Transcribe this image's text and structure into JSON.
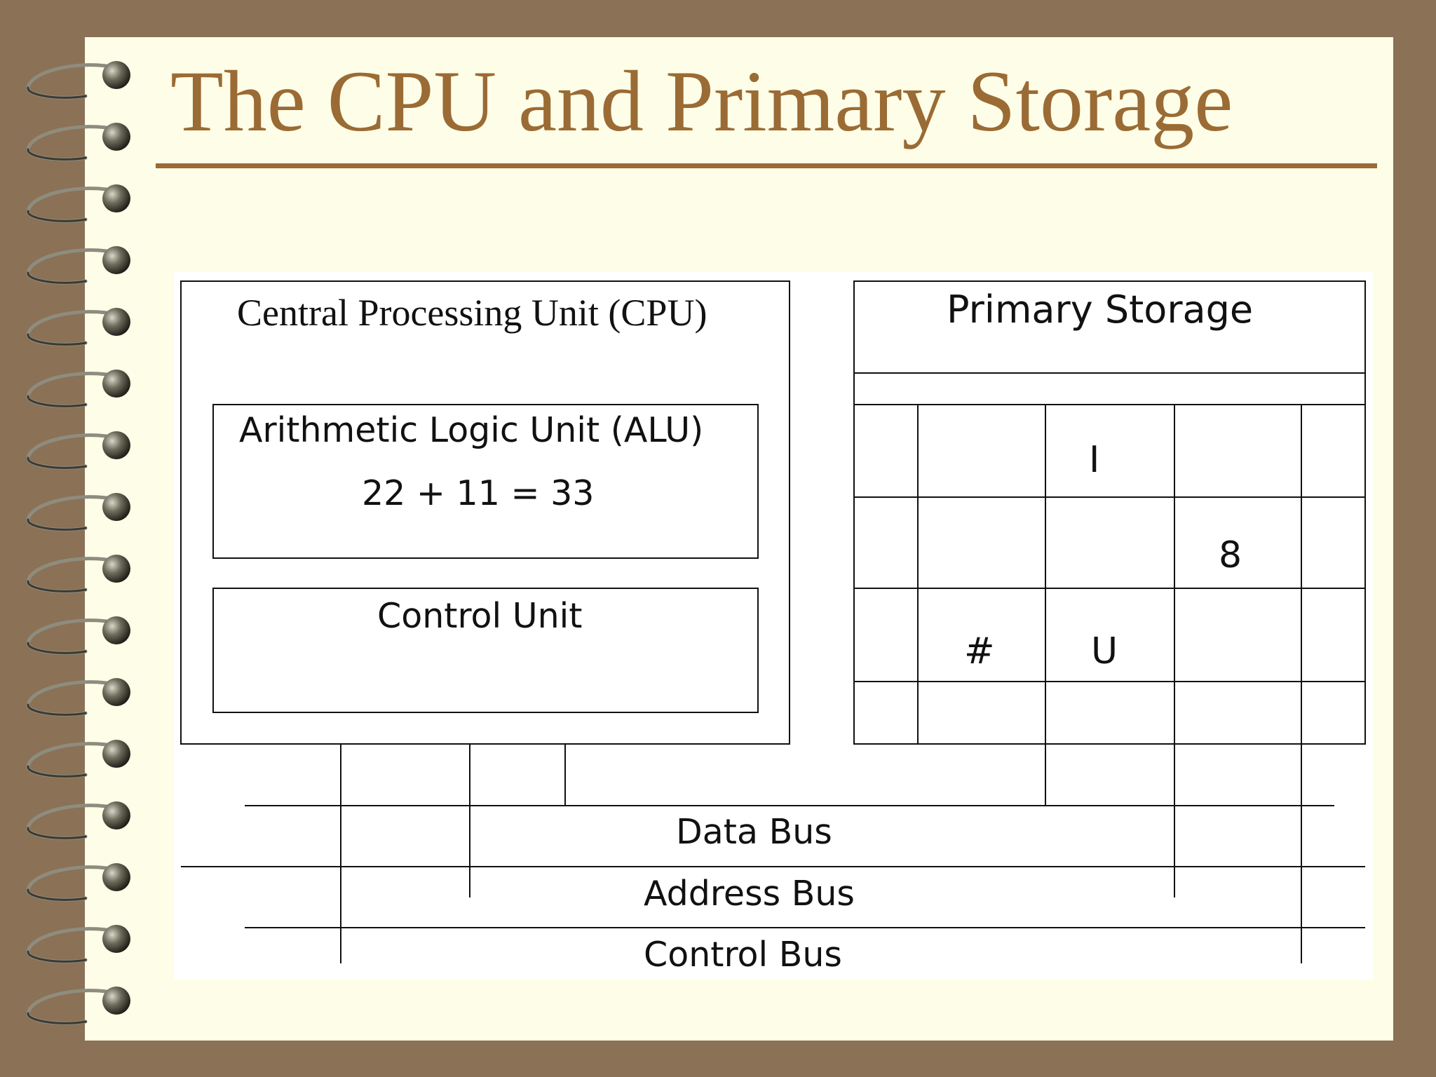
{
  "slide": {
    "title": "The CPU and Primary Storage",
    "colors": {
      "frame": "#8b7155",
      "paper": "#fefde7",
      "title": "#9a6b34",
      "diagram_background": "#ffffff",
      "lines": "#111111"
    }
  },
  "diagram": {
    "cpu": {
      "title": "Central Processing Unit (CPU)",
      "alu": {
        "title": "Arithmetic  Logic Unit (ALU)",
        "expression": "22 + 11 = 33"
      },
      "control_unit": {
        "title": "Control Unit"
      }
    },
    "primary_storage": {
      "title": "Primary Storage",
      "cells": {
        "row1_col3": "I",
        "row2_col4": "8",
        "row3_col2": "#",
        "row3_col3": "U"
      }
    },
    "buses": {
      "data": "Data Bus",
      "address": "Address Bus",
      "control": "Control Bus"
    }
  }
}
